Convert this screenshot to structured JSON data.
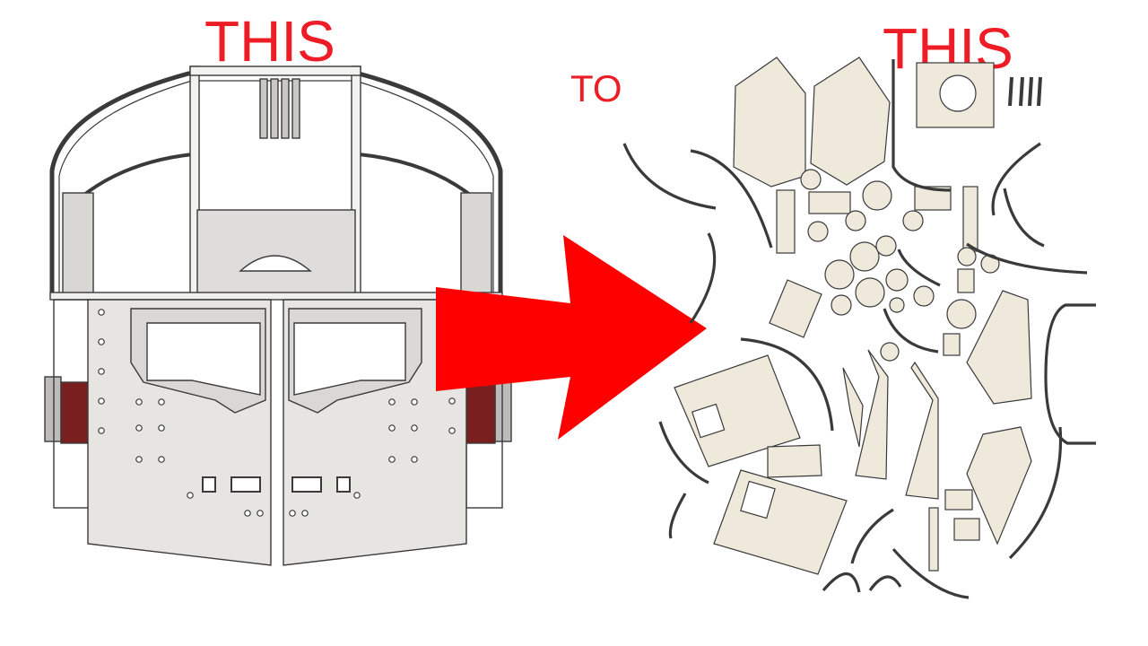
{
  "labels": {
    "left": "THIS",
    "middle": "TO",
    "right": "THIS"
  },
  "colors": {
    "label": "#ee1c24",
    "arrow": "#ff0000",
    "part_fill": "#efe9dc",
    "assembly_fill": "#e4e3e0",
    "outline": "#3a3a3a",
    "motor_red": "#7a1f1f"
  },
  "icons": {
    "arrow": "right-arrow-icon"
  }
}
